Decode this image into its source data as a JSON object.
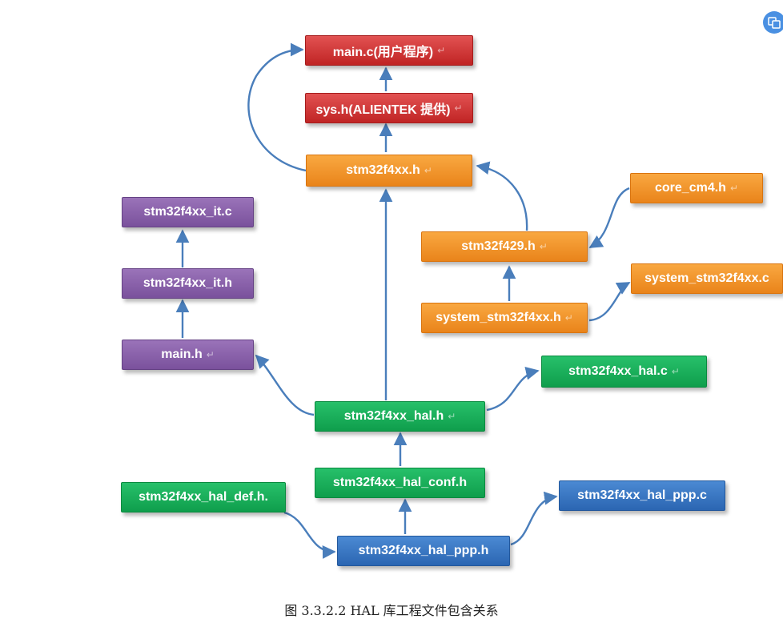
{
  "nodes": {
    "main_c": "main.c(用户程序)",
    "sys_h": "sys.h(ALIENTEK 提供)",
    "stm32f4xx_h": "stm32f4xx.h",
    "core_cm4_h": "core_cm4.h",
    "stm32f429_h": "stm32f429.h",
    "system_stm32f4xx_c": "system_stm32f4xx.c",
    "system_stm32f4xx_h": "system_stm32f4xx.h",
    "stm32f4xx_it_c": "stm32f4xx_it.c",
    "stm32f4xx_it_h": "stm32f4xx_it.h",
    "main_h": "main.h",
    "stm32f4xx_hal_c": "stm32f4xx_hal.c",
    "stm32f4xx_hal_h": "stm32f4xx_hal.h",
    "stm32f4xx_hal_conf_h": "stm32f4xx_hal_conf.h",
    "stm32f4xx_hal_def_h": "stm32f4xx_hal_def.h.",
    "stm32f4xx_hal_ppp_c": "stm32f4xx_hal_ppp.c",
    "stm32f4xx_hal_ppp_h": "stm32f4xx_hal_ppp.h"
  },
  "paragraph_mark": "↵",
  "caption": "图 3.3.2.2 HAL 库工程文件包含关系",
  "icons": {
    "corner_badge": "translate-icon"
  },
  "colors": {
    "arrow": "#4a7ebb",
    "red": "#c9302c",
    "orange": "#f0901e",
    "purple": "#7d55a0",
    "green": "#12a552",
    "blue": "#2e6bb8"
  }
}
